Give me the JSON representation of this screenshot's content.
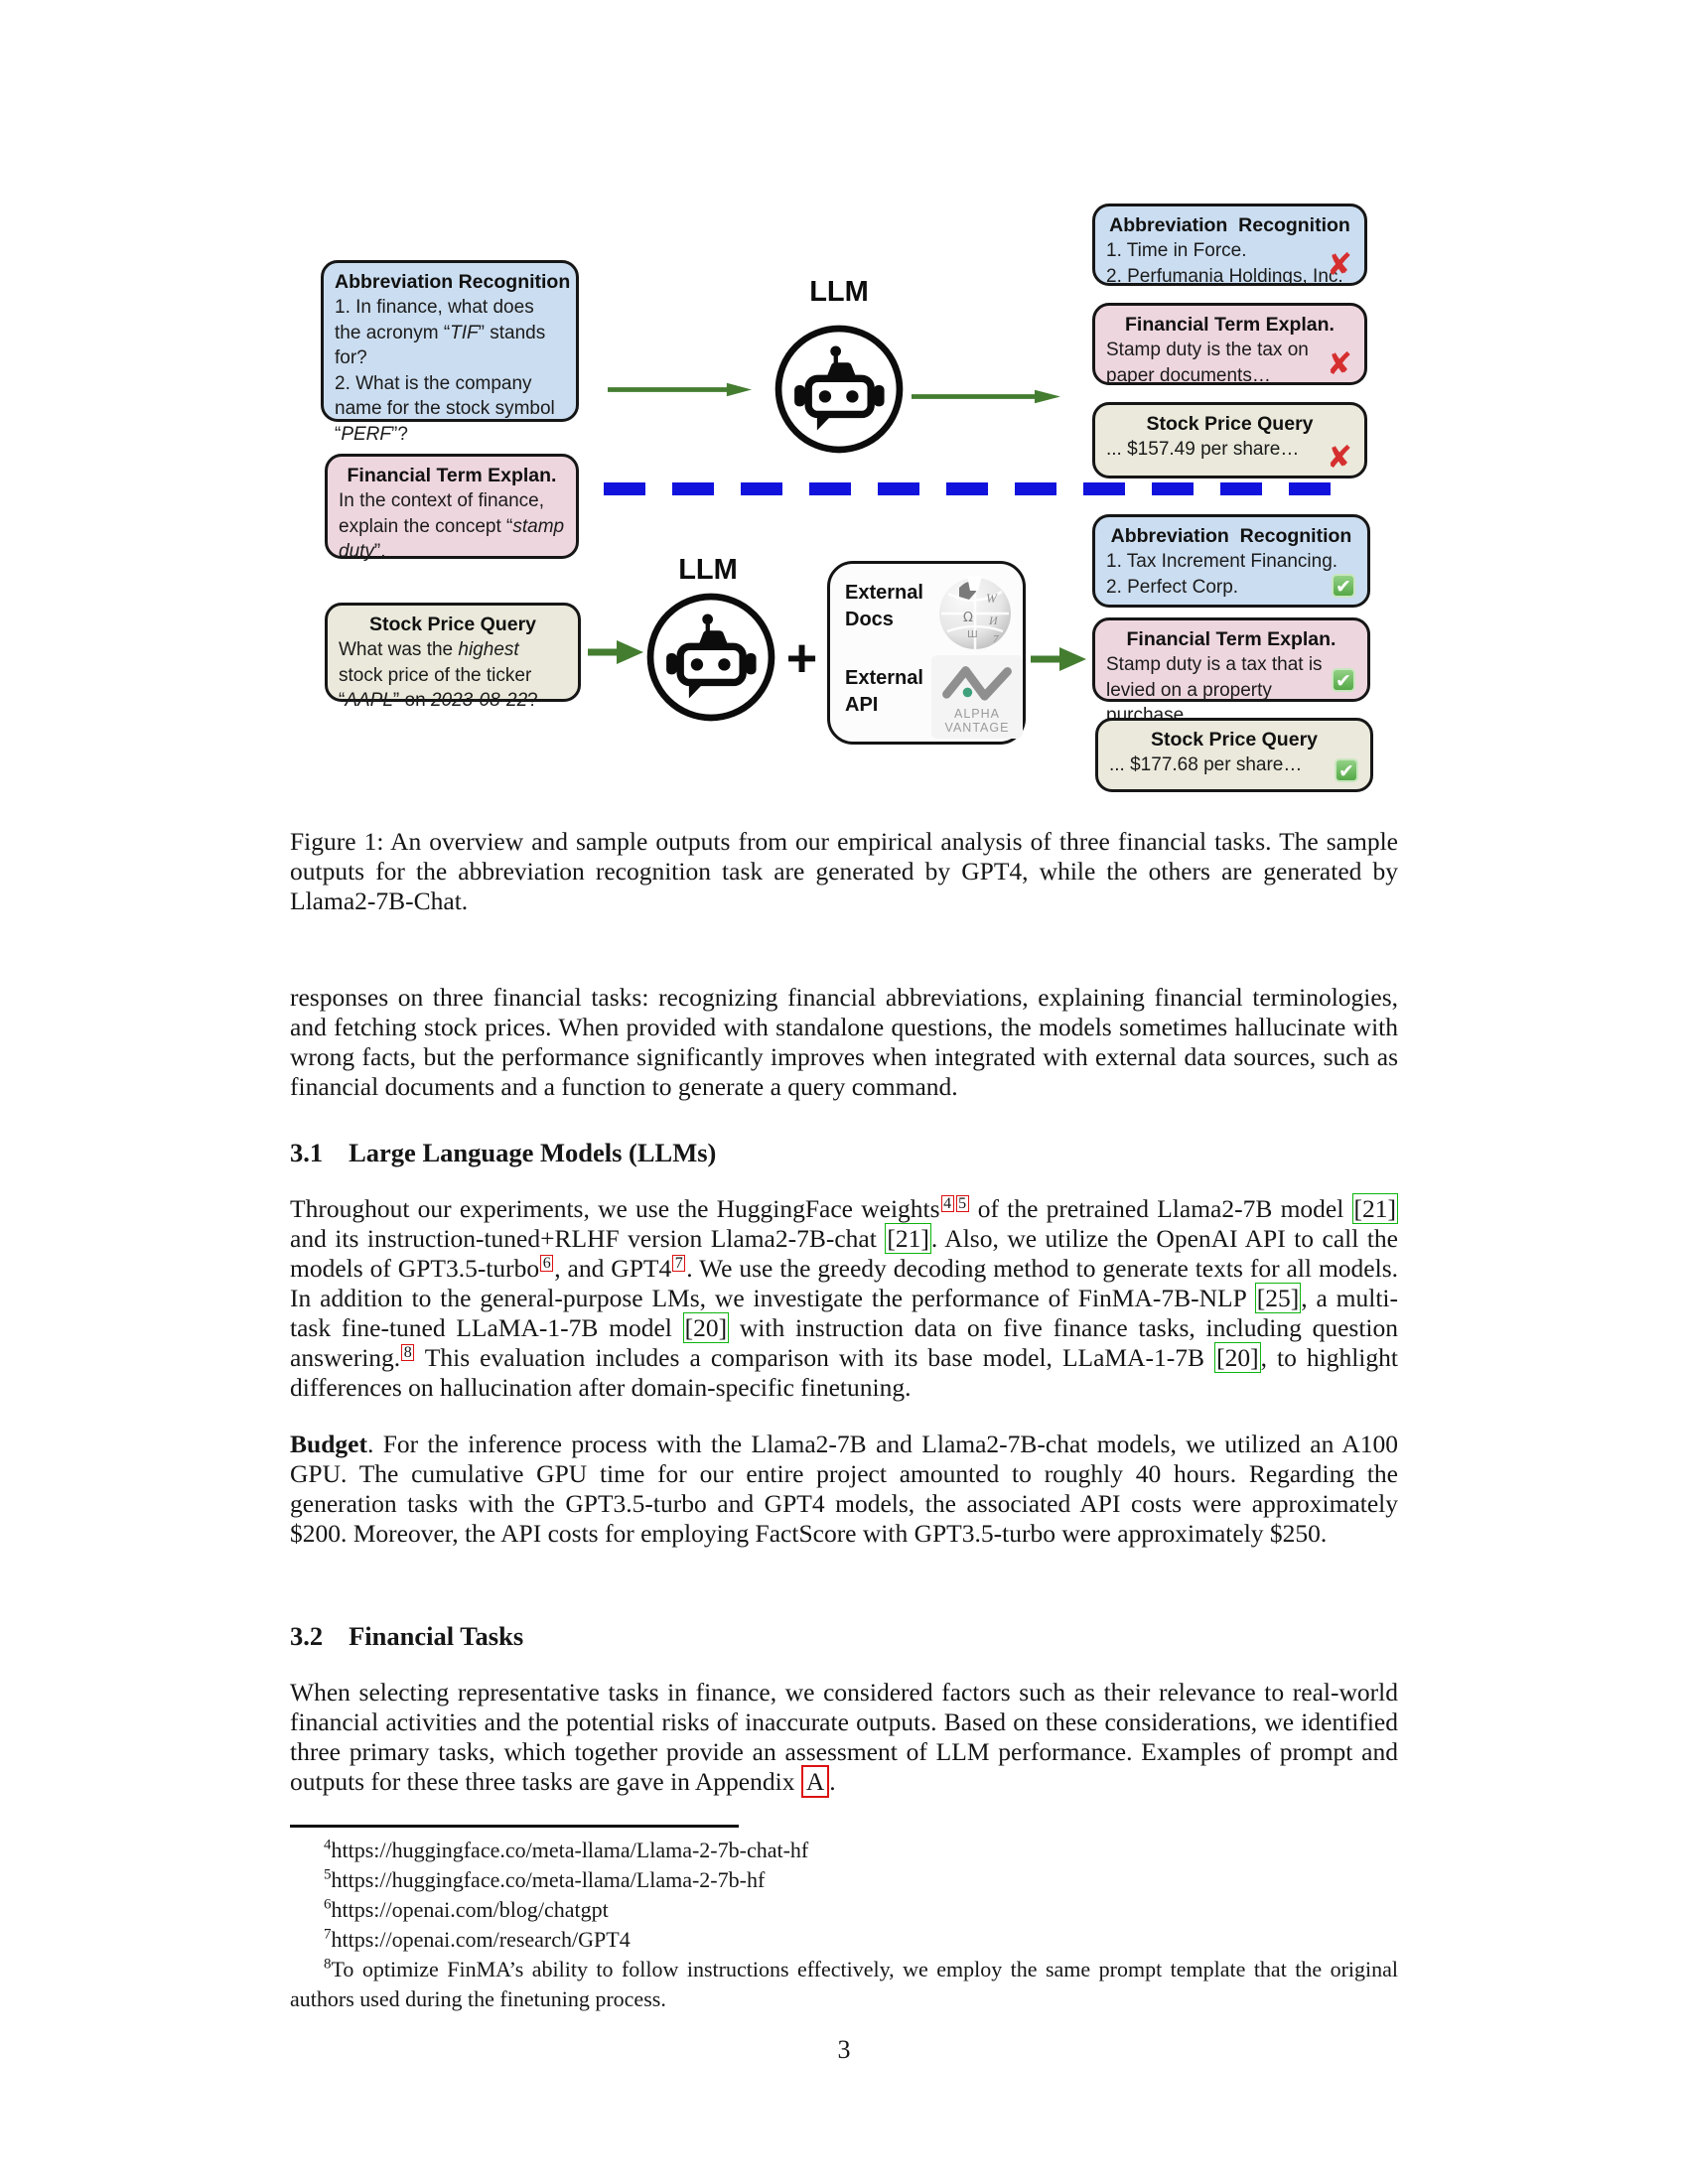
{
  "figure": {
    "llm_label_top": "LLM",
    "llm_label_bottom": "LLM",
    "plus_sign": "+",
    "ext_docs": [
      "External",
      "Docs"
    ],
    "ext_api": [
      "External",
      "API"
    ],
    "alpha_vantage": [
      "ALPHA",
      "VANTAGE"
    ],
    "marks": {
      "cross": "✘",
      "check": "✔"
    },
    "colors": {
      "blue_box": "#cbddf0",
      "pink_box": "#eed6df",
      "beige_box": "#ebe9db",
      "arrow_green": "#447d30",
      "dashed_blue": "#1212dd",
      "cross_red": "#d62f2f",
      "check_green": "#55a847"
    },
    "boxes": [
      {
        "id": "in-abbr",
        "variant": "blue",
        "title": "Abbreviation Recognition",
        "body": [
          {
            "t": "1. In finance, what does the acronym “"
          },
          {
            "i": "TIF"
          },
          {
            "t": "” stands for?"
          },
          {
            "br": true
          },
          {
            "t": "2. What is the company name for the stock symbol “"
          },
          {
            "i": "PERF"
          },
          {
            "t": "”?"
          }
        ],
        "mark": "none"
      },
      {
        "id": "in-term",
        "variant": "pink",
        "title": "Financial Term Explan.",
        "body": [
          {
            "t": "In the context of finance, explain the concept “"
          },
          {
            "i": "stamp duty"
          },
          {
            "t": "”."
          }
        ],
        "mark": "none"
      },
      {
        "id": "in-stock",
        "variant": "beige",
        "title": "Stock Price Query",
        "body": [
          {
            "t": "What was the "
          },
          {
            "i": "highest"
          },
          {
            "t": " stock price of the ticker “"
          },
          {
            "i": "AAPL"
          },
          {
            "t": "” on "
          },
          {
            "i": "2023-08-22"
          },
          {
            "t": "?"
          }
        ],
        "mark": "none"
      },
      {
        "id": "out1-abbr",
        "variant": "blue",
        "title": "Abbreviation  Recognition",
        "body": [
          {
            "t": "1. Time in Force."
          },
          {
            "br": true
          },
          {
            "t": "2. Perfumania Holdings, Inc."
          }
        ],
        "mark": "cross"
      },
      {
        "id": "out1-term",
        "variant": "pink",
        "title": "Financial Term Explan.",
        "body": [
          {
            "t": "Stamp duty is the tax on paper documents…"
          }
        ],
        "mark": "cross"
      },
      {
        "id": "out1-stock",
        "variant": "beige",
        "title": "Stock Price Query",
        "body": [
          {
            "t": "... $157.49 per share…"
          }
        ],
        "mark": "cross"
      },
      {
        "id": "out2-abbr",
        "variant": "blue",
        "title": "Abbreviation  Recognition",
        "body": [
          {
            "t": "1. Tax Increment Financing."
          },
          {
            "br": true
          },
          {
            "t": "2. Perfect Corp."
          }
        ],
        "mark": "check"
      },
      {
        "id": "out2-term",
        "variant": "pink",
        "title": "Financial Term Explan.",
        "body": [
          {
            "t": "Stamp duty is a tax that is levied on a property purchase…"
          }
        ],
        "mark": "check"
      },
      {
        "id": "out2-stock",
        "variant": "beige",
        "title": "Stock Price Query",
        "body": [
          {
            "t": "... $177.68 per share…"
          }
        ],
        "mark": "check"
      }
    ]
  },
  "paper": {
    "caption": [
      {
        "t": "Figure 1: An overview and sample outputs from our empirical analysis of three financial tasks. The sample outputs for the abbreviation recognition task are generated by GPT4, while the others are generated by Llama2-7B-Chat."
      }
    ],
    "para_intro": [
      {
        "t": "responses on three financial tasks: recognizing financial abbreviations, explaining financial terminologies, and fetching stock prices. When provided with standalone questions, the models sometimes hallucinate with wrong facts, but the performance significantly improves when integrated with external data sources, such as financial documents and a function to generate a query command."
      }
    ],
    "sec31": {
      "num": "3.1",
      "title": "Large Language Models (LLMs)"
    },
    "para_llms": [
      {
        "t": "Throughout our experiments, we use the HuggingFace weights"
      },
      {
        "f": "4"
      },
      {
        "f": "5"
      },
      {
        "t": " of the pretrained Llama2-7B model "
      },
      {
        "c": "21"
      },
      {
        "t": " and its instruction-tuned+RLHF version Llama2-7B-chat "
      },
      {
        "c": "21"
      },
      {
        "t": ". Also, we utilize the OpenAI API to call the models of GPT3.5-turbo"
      },
      {
        "f": "6"
      },
      {
        "t": ", and GPT4"
      },
      {
        "f": "7"
      },
      {
        "t": ". We use the greedy decoding method to generate texts for all models.  In addition to the general-purpose LMs, we investigate the performance of FinMA-7B-NLP "
      },
      {
        "c": "25"
      },
      {
        "t": ", a multi-task fine-tuned LLaMA-1-7B model "
      },
      {
        "c": "20"
      },
      {
        "t": " with instruction data on five finance tasks, including question answering."
      },
      {
        "f": "8"
      },
      {
        "t": " This evaluation includes a comparison with its base model, LLaMA-1-7B "
      },
      {
        "c": "20"
      },
      {
        "t": ", to highlight differences on hallucination after domain-specific finetuning."
      }
    ],
    "para_budget": [
      {
        "b": "Budget"
      },
      {
        "t": ". For the inference process with the Llama2-7B and Llama2-7B-chat models, we utilized an A100 GPU. The cumulative GPU time for our entire project amounted to roughly 40 hours. Regarding the generation tasks with the GPT3.5-turbo and GPT4 models, the associated API costs were approximately $200. Moreover, the API costs for employing FactScore with GPT3.5-turbo were approximately $250."
      }
    ],
    "sec32": {
      "num": "3.2",
      "title": "Financial Tasks"
    },
    "para_tasks": [
      {
        "t": "When selecting representative tasks in finance, we considered factors such as their relevance to real-world financial activities and the potential risks of inaccurate outputs. Based on these considerations, we identified three primary tasks, which together provide an assessment of LLM performance. Examples of prompt and outputs for these three tasks are gave in Appendix "
      },
      {
        "a": "A"
      },
      {
        "t": "."
      }
    ],
    "footnotes": [
      {
        "mark": "4",
        "text": "https://huggingface.co/meta-llama/Llama-2-7b-chat-hf",
        "link": true
      },
      {
        "mark": "5",
        "text": "https://huggingface.co/meta-llama/Llama-2-7b-hf",
        "link": true
      },
      {
        "mark": "6",
        "text": "https://openai.com/blog/chatgpt",
        "link": true
      },
      {
        "mark": "7",
        "text": "https://openai.com/research/GPT4",
        "link": true
      },
      {
        "mark": "8",
        "text": "To optimize FinMA’s ability to follow instructions effectively, we employ the same prompt template that the original authors used during the finetuning process.",
        "link": false
      }
    ],
    "page_number": "3"
  }
}
